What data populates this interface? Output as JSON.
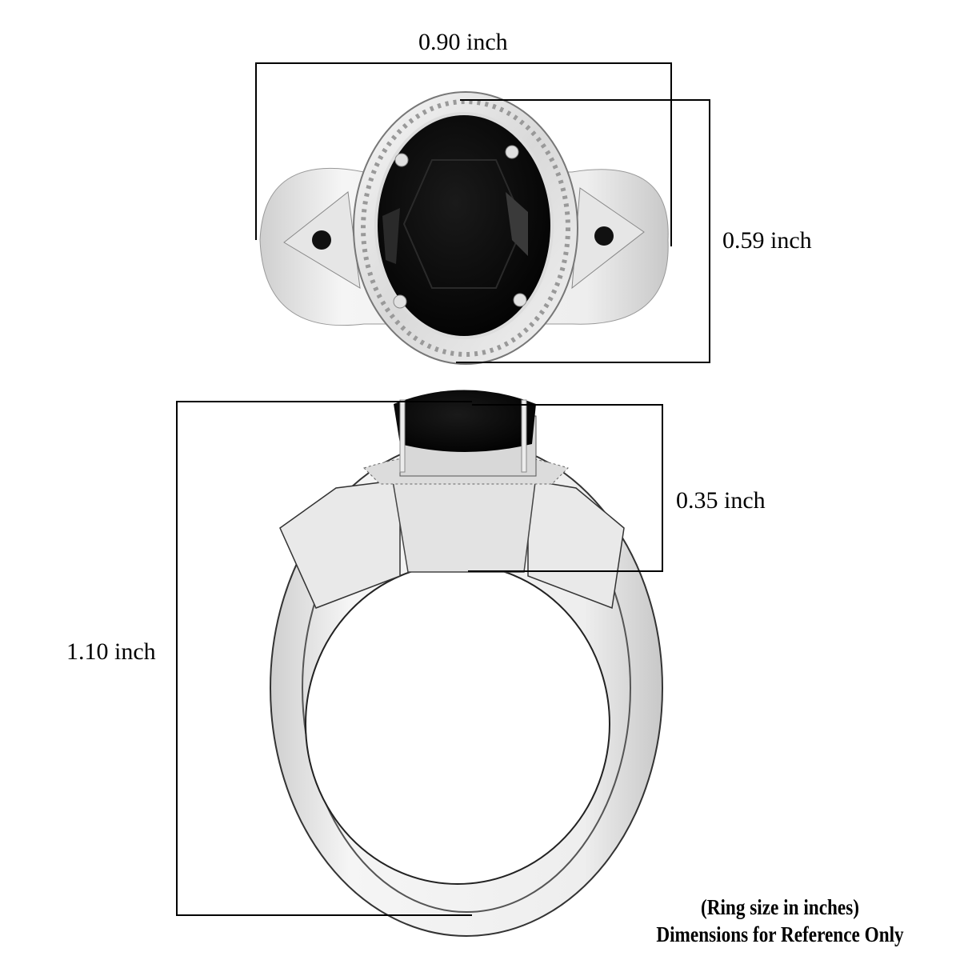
{
  "product": {
    "description": "Oval black gemstone silver ring with halo and accent stones",
    "metal_color": "#e8e8e8",
    "stone_color": "#0a0a0a"
  },
  "views": {
    "top_view": {
      "width_label": "0.90 inch",
      "height_label": "0.59 inch"
    },
    "side_view": {
      "head_height_label": "0.35 inch",
      "total_height_label": "1.10 inch"
    }
  },
  "footer": {
    "line1": "(Ring size in inches)",
    "line2": "Dimensions for Reference Only"
  }
}
